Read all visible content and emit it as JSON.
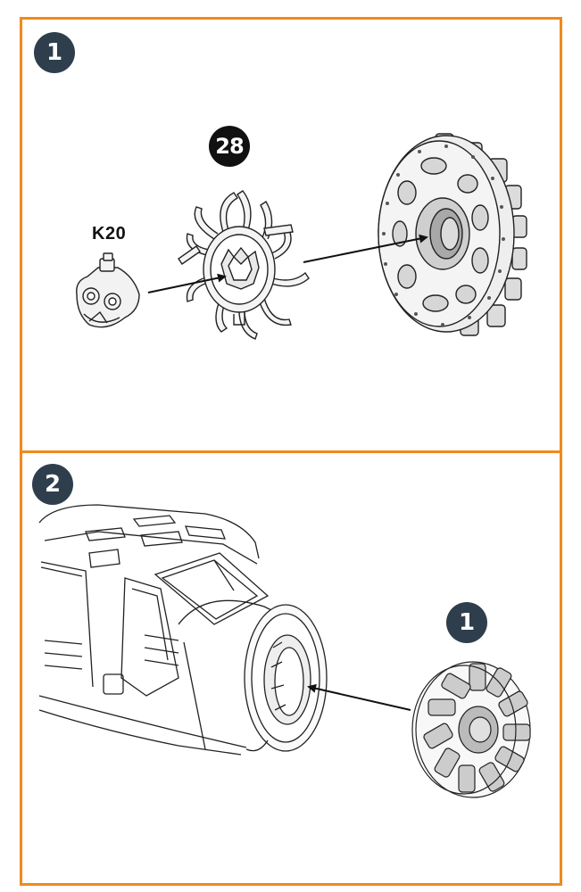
{
  "steps": [
    {
      "number": "1"
    },
    {
      "number": "2"
    }
  ],
  "parts": {
    "part_28": "28",
    "part_k20": "K20"
  },
  "sub_assembly_ref": "1",
  "colors": {
    "panel_border": "#f08a1c",
    "step_badge": "#2e3e4c",
    "part_badge": "#111111"
  },
  "icons": {
    "arrow": "arrow-icon"
  }
}
